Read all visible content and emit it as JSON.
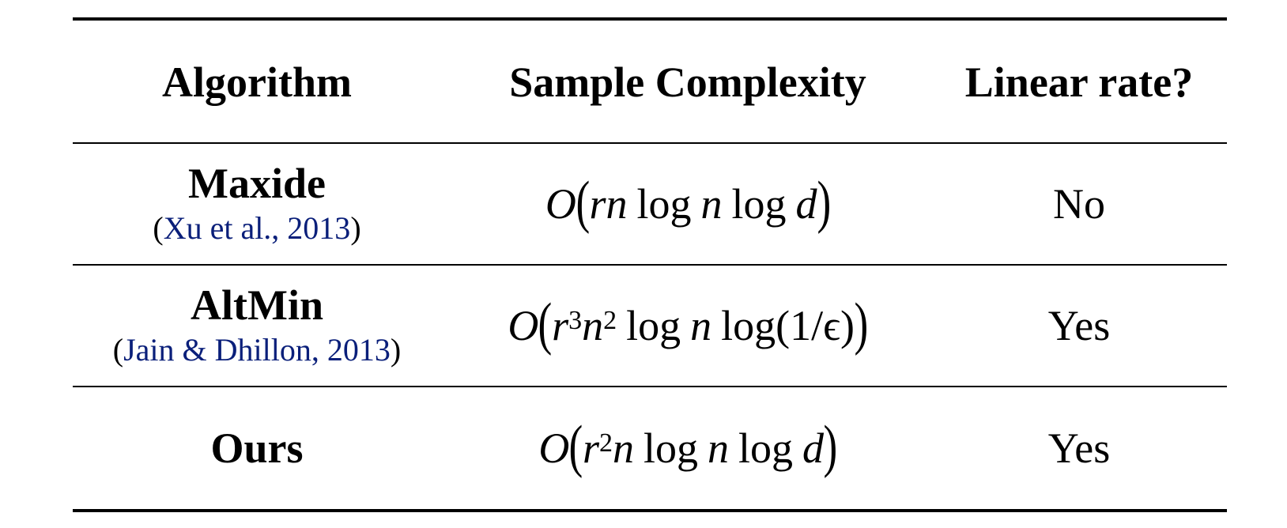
{
  "table": {
    "headers": {
      "algorithm": "Algorithm",
      "sample_complexity": "Sample Complexity",
      "linear_rate": "Linear rate?"
    },
    "rows": [
      {
        "algorithm": "Maxide",
        "citation_open": "(",
        "citation_text": "Xu et al., 2013",
        "citation_close": ")",
        "sample_complexity": {
          "O": "O",
          "parts": [
            "r",
            "n",
            "log",
            "n",
            "log",
            "d"
          ]
        },
        "linear_rate": "No"
      },
      {
        "algorithm": "AltMin",
        "citation_open": "(",
        "citation_text": "Jain & Dhillon, 2013",
        "citation_close": ")",
        "sample_complexity": {
          "O": "O",
          "r_exp": "3",
          "n_exp": "2",
          "tail": "log(1/ϵ)"
        },
        "linear_rate": "Yes"
      },
      {
        "algorithm": "Ours",
        "sample_complexity": {
          "O": "O",
          "r_exp": "2"
        },
        "linear_rate": "Yes"
      }
    ],
    "colors": {
      "citation_link": "#0a1f7a",
      "text": "#000000"
    }
  }
}
